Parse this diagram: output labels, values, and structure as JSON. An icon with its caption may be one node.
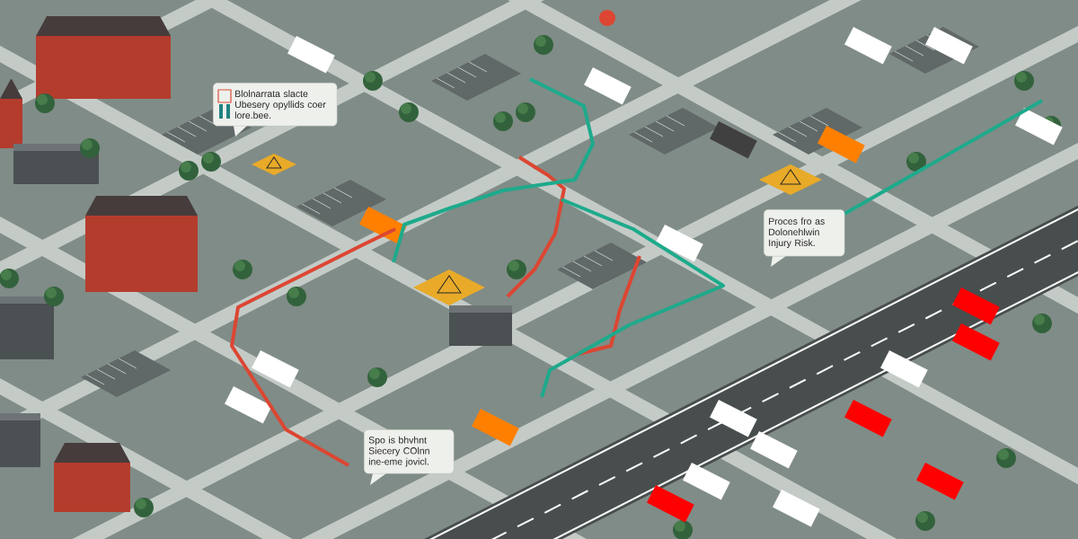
{
  "diagram": {
    "nodes": [
      {
        "text": [
          "Blolnarrata slacte Ubesery opyllids coer lore.bee."
        ]
      },
      {
        "text": [
          "Proces fro as Dolonehlwin Injury Risk."
        ]
      },
      {
        "text": [
          "Spo is bhvhnt Siecery COlnn ine-eme jovicl."
        ]
      }
    ]
  }
}
